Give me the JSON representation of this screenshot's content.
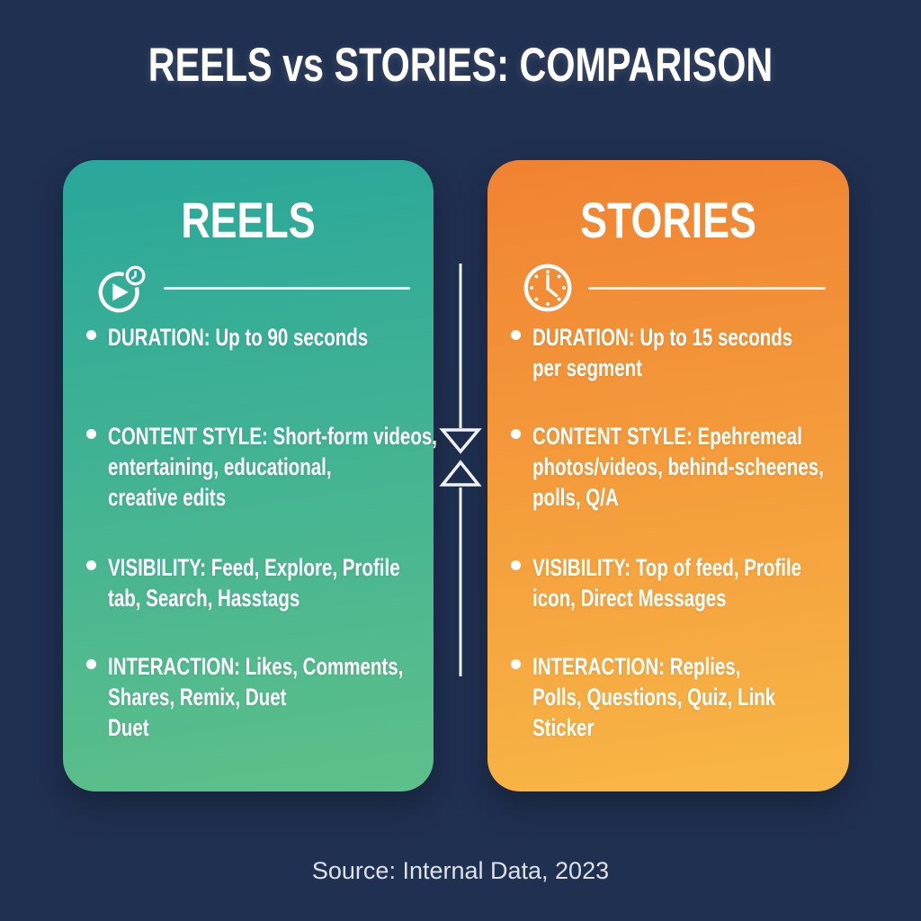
{
  "header": {
    "title": "REELS vs STORIES: COMPARISON"
  },
  "cards": [
    {
      "name": "REELS",
      "icon": "play-timer-icon",
      "colors": {
        "gradient_top": "#29a79b",
        "gradient_bottom": "#5ec08a"
      },
      "bullets": [
        {
          "label": "DURATION:",
          "text": "Up to 90 seconds"
        },
        {
          "label": "CONTENT STYLE:",
          "text": "Short-form videos,\nentertaining, educational,\ncreative edits"
        },
        {
          "label": "VISIBILITY:",
          "text": "Feed, Explore, Profile\ntab, Search, Hasstags"
        },
        {
          "label": "INTERACTION:",
          "text": "Likes, Comments,\nShares, Remix, Duet\nDuet"
        }
      ]
    },
    {
      "name": "STORIES",
      "icon": "clock-icon",
      "colors": {
        "gradient_top": "#f08232",
        "gradient_bottom": "#f8b746"
      },
      "bullets": [
        {
          "label": "DURATION:",
          "text": "Up to 15 seconds\nper segment"
        },
        {
          "label": "CONTENT STYLE:",
          "text": "Epehremeal\nphotos/videos, behind-scheenes,\npolls, Q/A"
        },
        {
          "label": "VISIBILITY:",
          "text": "Top of feed, Profile\nicon, Direct Messages"
        },
        {
          "label": "INTERACTION:",
          "text": "Replies,\nPolls, Questions, Quiz, Link\nSticker"
        }
      ]
    }
  ],
  "footer": {
    "source": "Source: Internal Data, 2023"
  },
  "colors": {
    "background": "#203050",
    "text": "#ffffff",
    "connector": "#eef1f6"
  }
}
